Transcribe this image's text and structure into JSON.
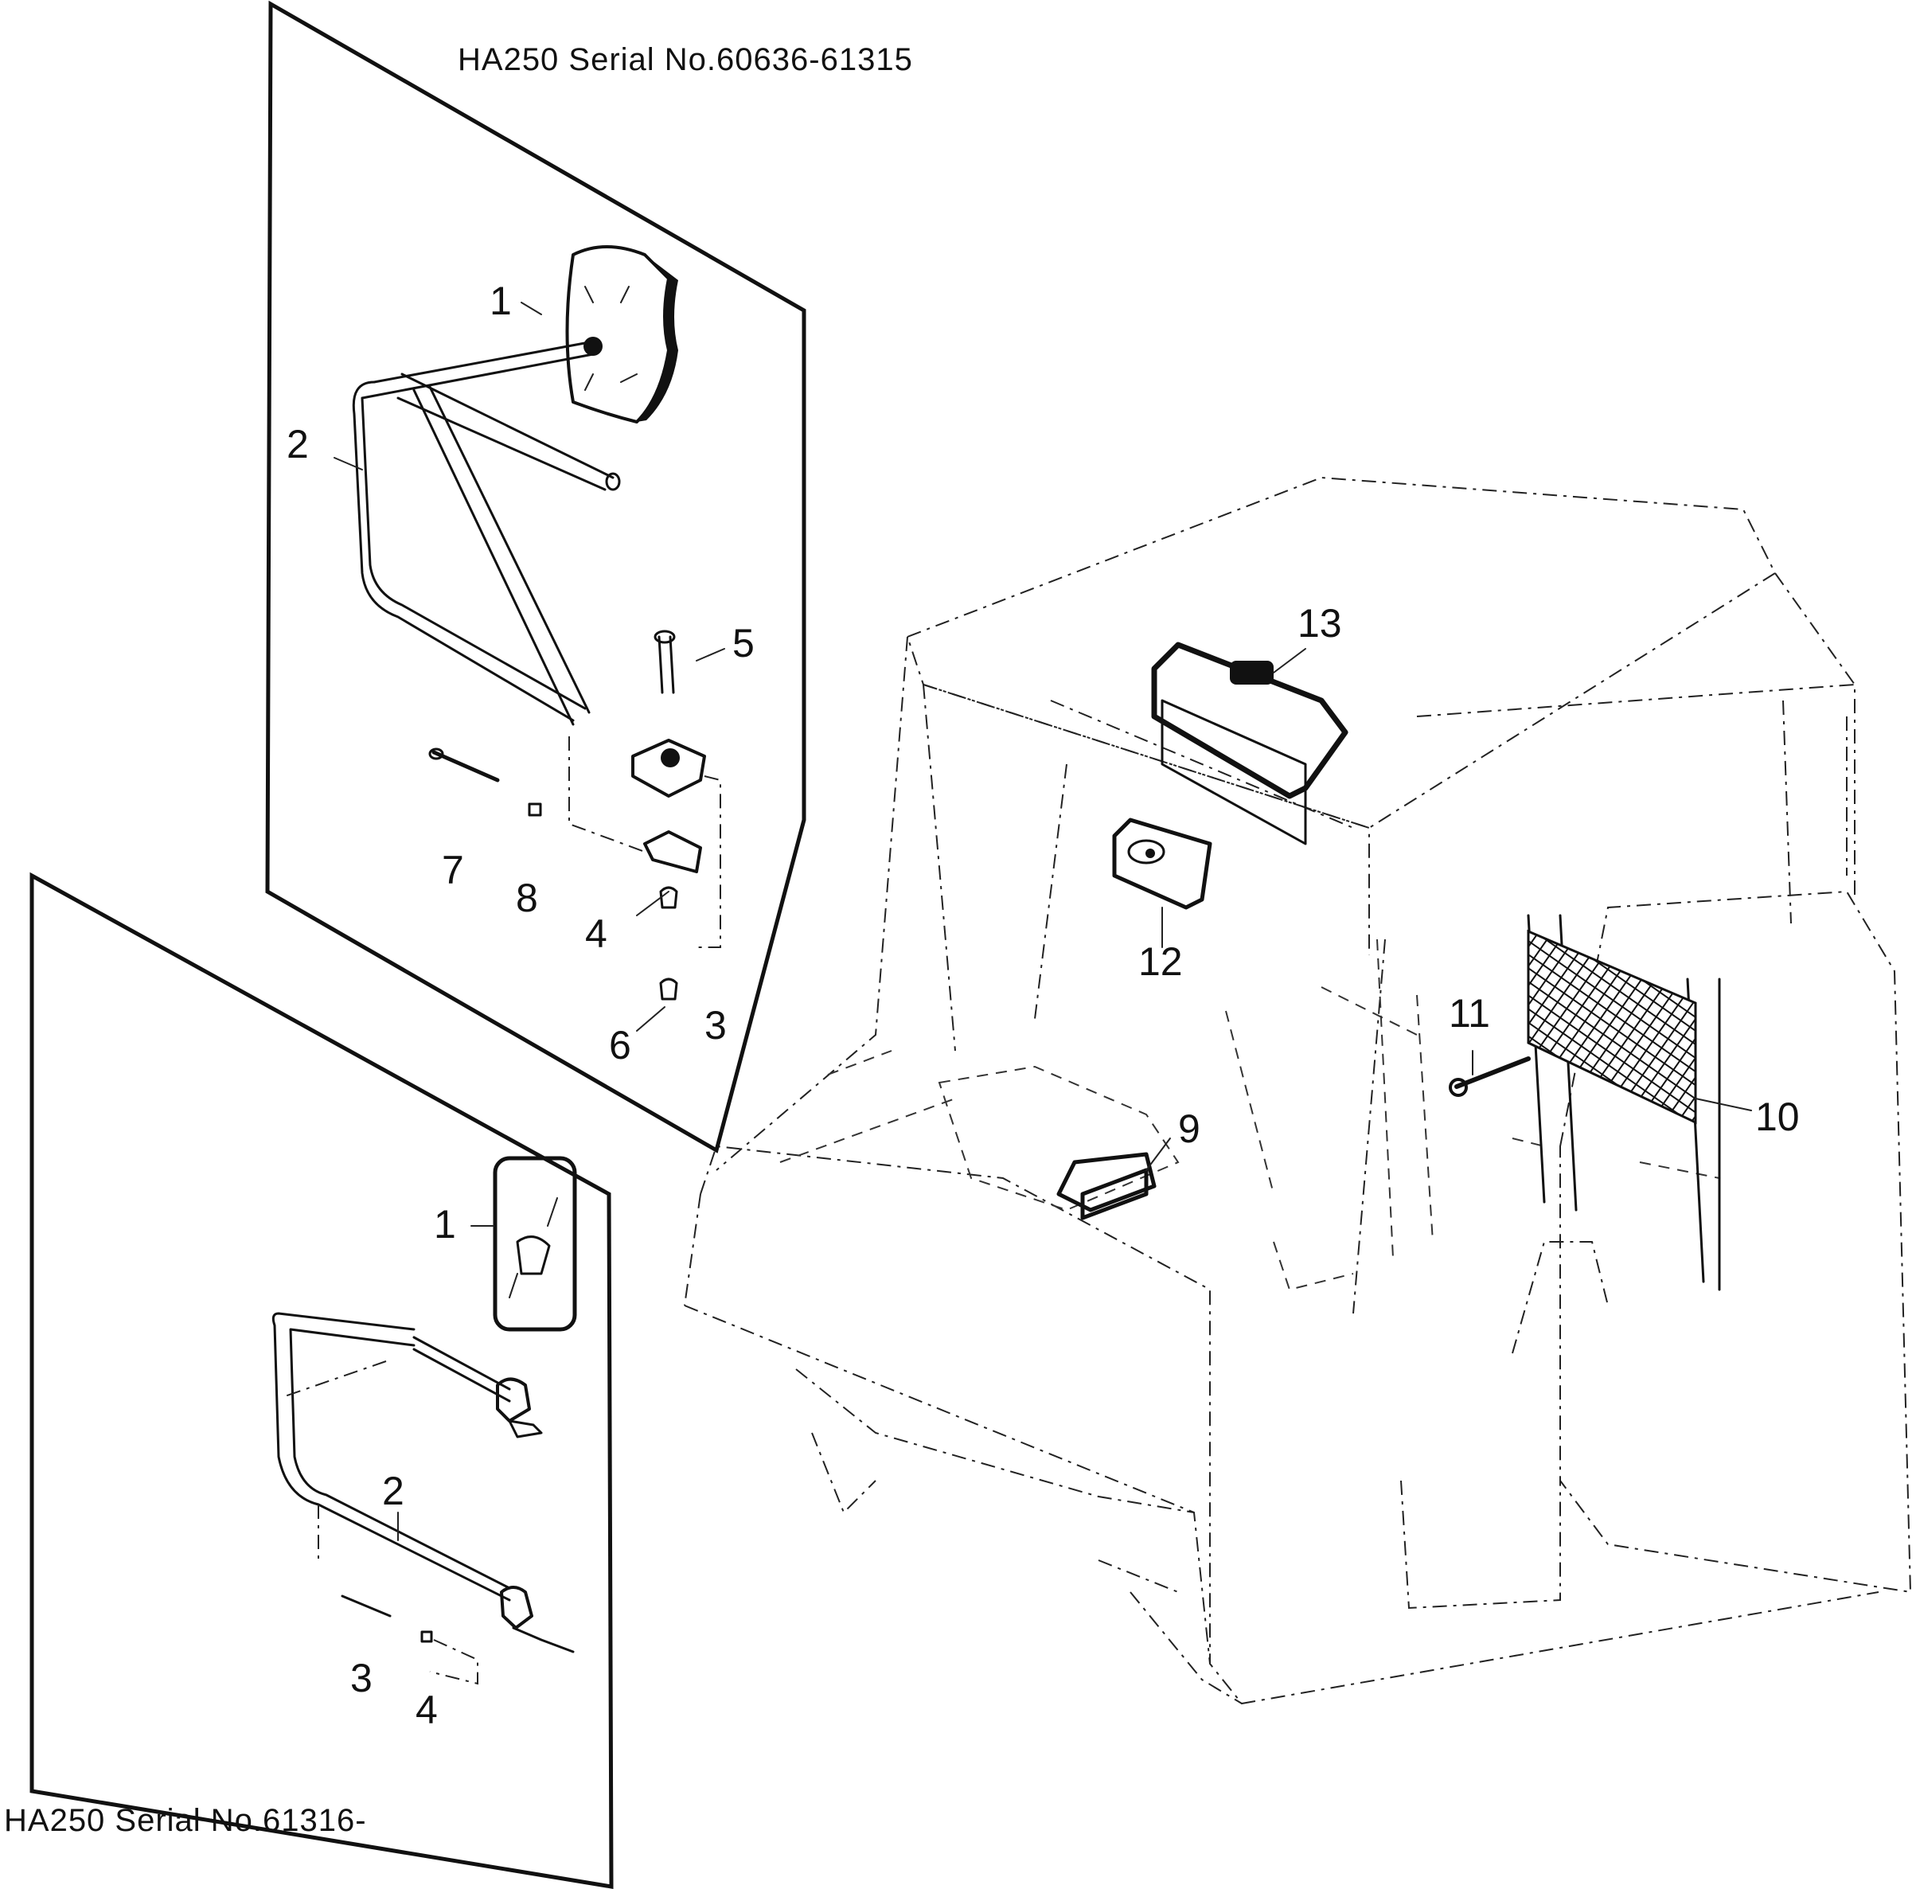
{
  "panels": {
    "upper": {
      "caption": "HA250 Serial No.60636-61315",
      "callouts": [
        "1",
        "2",
        "5",
        "7",
        "8",
        "4",
        "6",
        "3"
      ]
    },
    "lower": {
      "caption": "HA250 Serial No.61316-",
      "callouts": [
        "1",
        "2",
        "3",
        "4"
      ]
    }
  },
  "machine": {
    "callouts": [
      "13",
      "12",
      "11",
      "10",
      "9"
    ]
  }
}
